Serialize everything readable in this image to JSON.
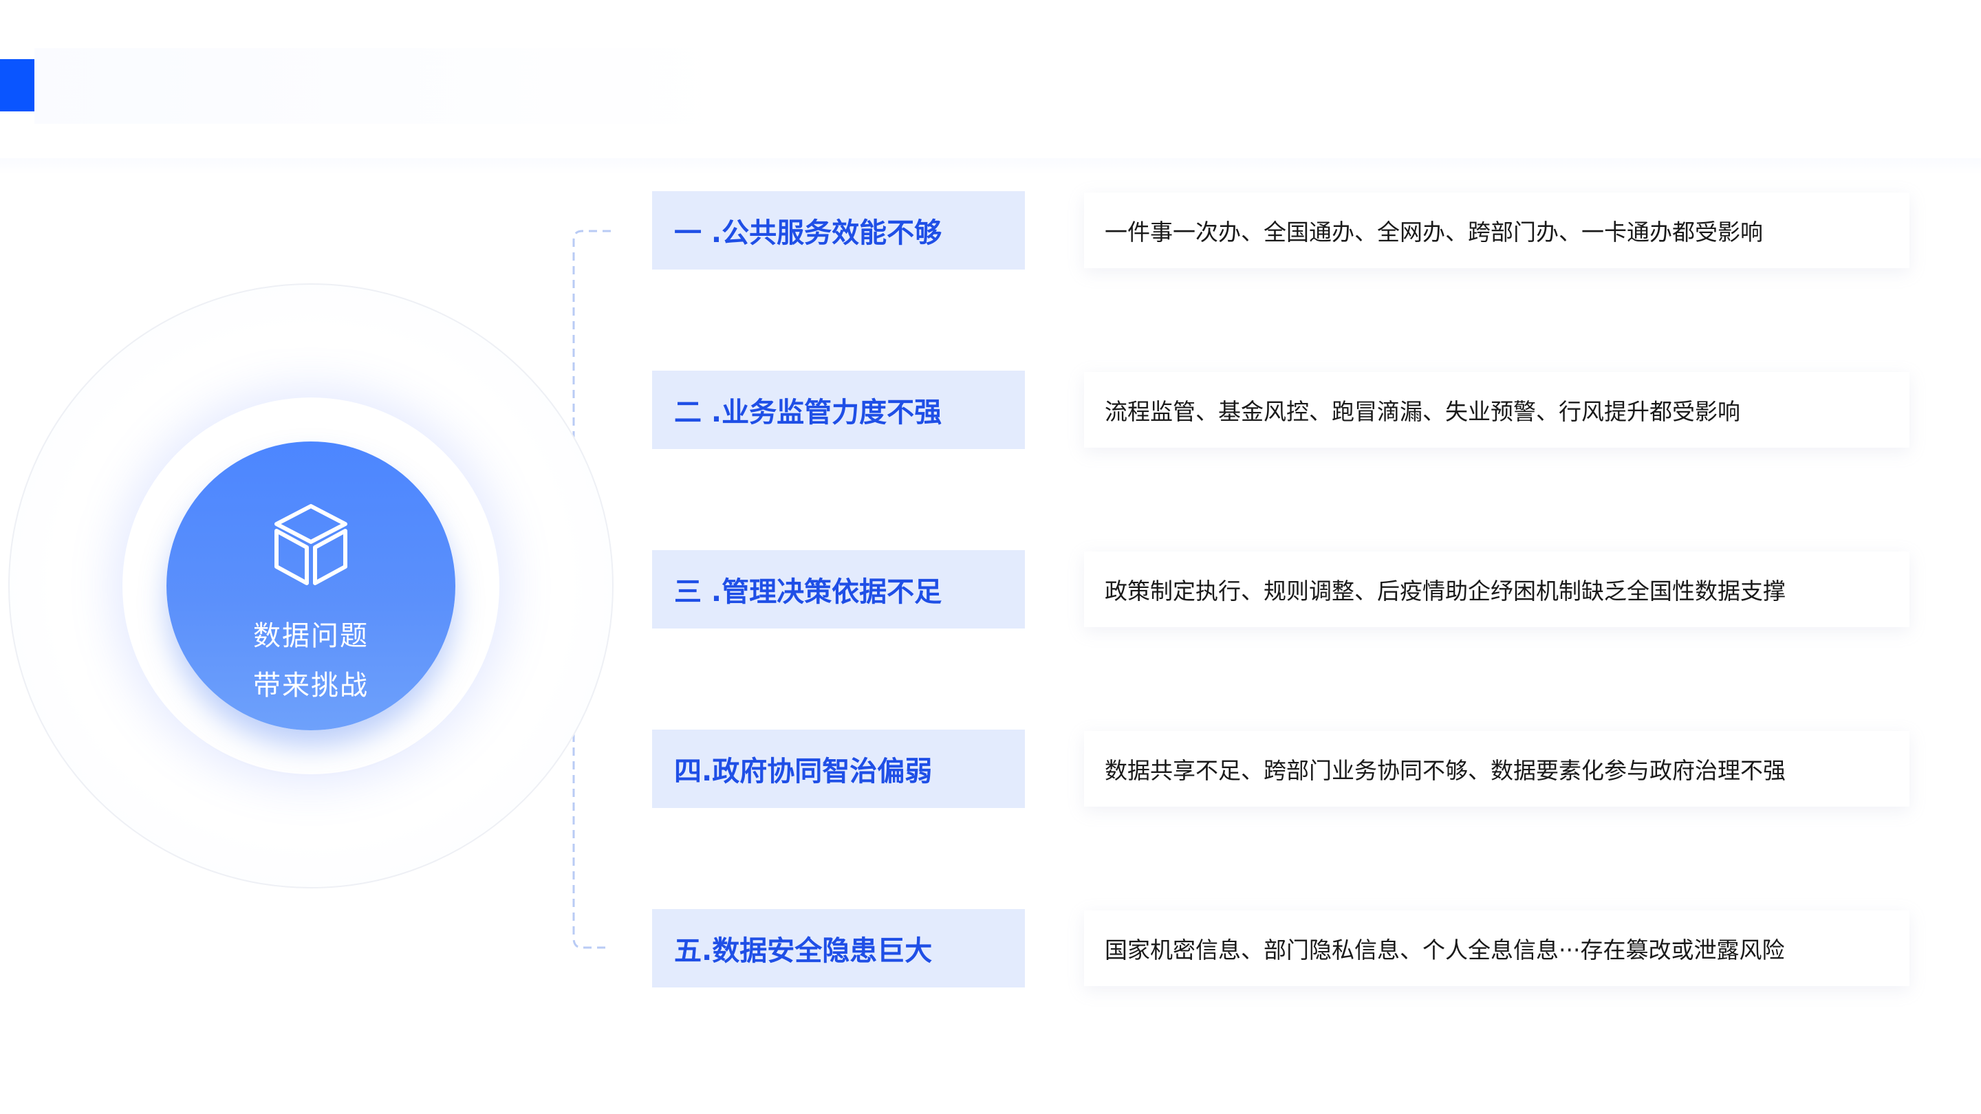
{
  "colors": {
    "accent": "#0a55ff",
    "label_text": "#1f4fe6",
    "label_bg": "#e3ebfd",
    "core_top": "#4c86ff",
    "core_bottom": "#6ea1fb"
  },
  "center": {
    "icon": "cube-icon",
    "line1": "数据问题",
    "line2": "带来挑战"
  },
  "items": [
    {
      "label": "一 .公共服务效能不够",
      "desc": "一件事一次办、全国通办、全网办、跨部门办、一卡通办都受影响"
    },
    {
      "label": "二 .业务监管力度不强",
      "desc": "流程监管、基金风控、跑冒滴漏、失业预警、行风提升都受影响"
    },
    {
      "label": "三 .管理决策依据不足",
      "desc": "政策制定执行、规则调整、后疫情助企纾困机制缺乏全国性数据支撑"
    },
    {
      "label": "四.政府协同智治偏弱",
      "desc": "数据共享不足、跨部门业务协同不够、数据要素化参与政府治理不强"
    },
    {
      "label": "五.数据安全隐患巨大",
      "desc": "国家机密信息、部门隐私信息、个人全息信息···存在篡改或泄露风险"
    }
  ]
}
